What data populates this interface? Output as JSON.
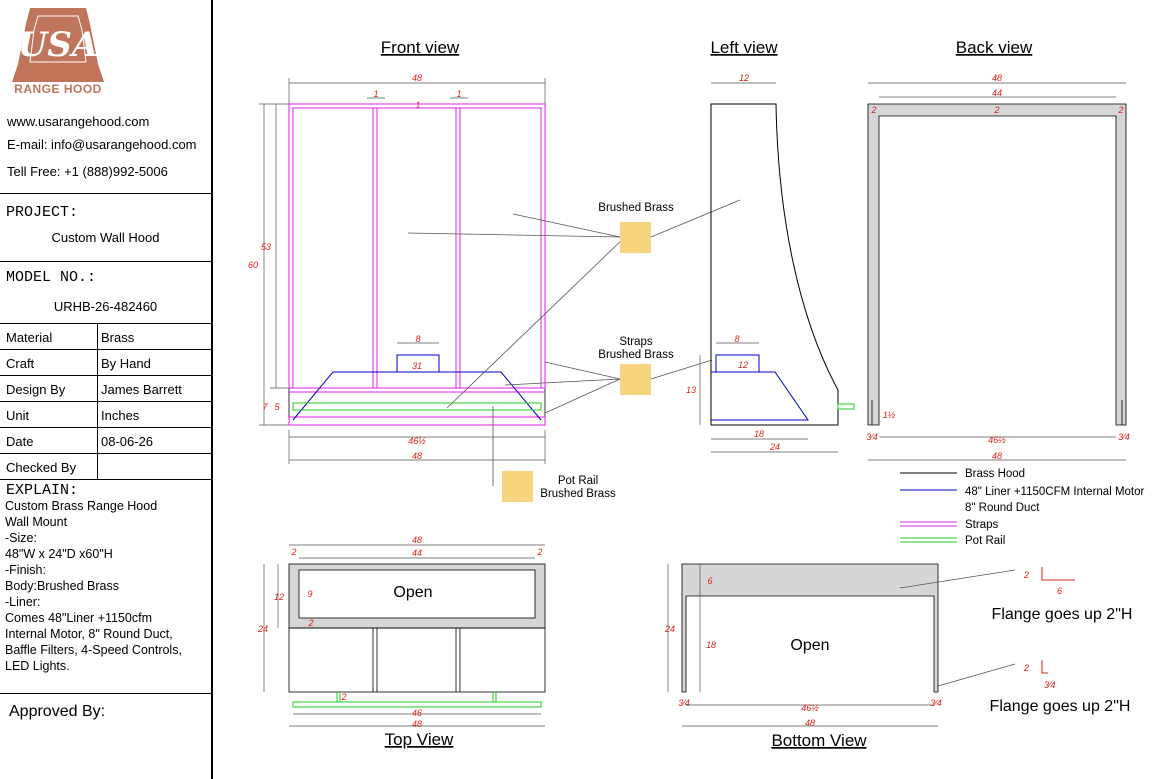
{
  "company": {
    "logo_letters": "USA",
    "logo_name": "RANGE HOOD",
    "website": "www.usarangehood.com",
    "email": "E-mail: info@usarangehood.com",
    "phone": "Tell Free: +1 (888)992-5006"
  },
  "project": {
    "label": "PROJECT:",
    "value": "Custom Wall Hood"
  },
  "model": {
    "label": "MODEL NO.:",
    "value": "URHB-26-482460"
  },
  "specs": [
    {
      "key": "Material",
      "value": "Brass"
    },
    {
      "key": "Craft",
      "value": "By Hand"
    },
    {
      "key": "Design By",
      "value": "James Barrett"
    },
    {
      "key": "Unit",
      "value": "Inches"
    },
    {
      "key": "Date",
      "value": "08-06-26"
    },
    {
      "key": "Checked By",
      "value": ""
    }
  ],
  "explain": {
    "label": "EXPLAIN:",
    "lines": [
      "Custom Brass Range Hood",
      "Wall Mount",
      "-Size:",
      "48\"W x 24\"D x60\"H",
      "-Finish:",
      "Body:Brushed Brass",
      "-Liner:",
      "Comes 48\"Liner +1150cfm",
      "Internal Motor, 8\" Round Duct,",
      "Baffle Filters, 4-Speed Controls,",
      "LED Lights."
    ]
  },
  "approved_by": "Approved By:",
  "views": {
    "front": "Front view",
    "left": "Left view",
    "back": "Back view",
    "top": "Top View",
    "bottom": "Bottom View"
  },
  "callouts": {
    "brushed_brass": "Brushed Brass",
    "straps": "Straps",
    "straps_finish": "Brushed Brass",
    "pot_rail": "Pot Rail",
    "pot_rail_finish": "Brushed Brass",
    "open_top": "Open",
    "open_bottom": "Open",
    "flange1": "Flange goes up 2\"H",
    "flange2": "Flange goes up 2\"H"
  },
  "legend": [
    {
      "label": "Brass Hood",
      "color": "#000000"
    },
    {
      "label": "48\" Liner +1150CFM Internal Motor",
      "color": "#0000cc"
    },
    {
      "label": "8\" Round Duct",
      "color": ""
    },
    {
      "label": "Straps",
      "color": "#e020e0"
    },
    {
      "label": "Pot Rail",
      "color": "#22cc22"
    }
  ],
  "colors": {
    "swatch": "#f7d57e",
    "straps": "#e020e0",
    "liner": "#0000cc",
    "rail": "#22cc22",
    "dim": "#e0201c",
    "logo": "#c0755a"
  },
  "dims": {
    "front": {
      "width": "48",
      "inner_width": "46½",
      "overall_width": "48",
      "height": "60",
      "body": "53",
      "lower": "7",
      "lower2": "5",
      "strap": "1",
      "strap2": "1",
      "gap": "1",
      "duct": "8",
      "liner": "31"
    },
    "left": {
      "top": "12",
      "depth": "24",
      "liner_depth": "18",
      "duct": "8",
      "liner": "12",
      "height": "13"
    },
    "back": {
      "width": "48",
      "inner": "44",
      "side_l": "2",
      "side_r": "2",
      "top_t": "2",
      "flange": "1½",
      "inner_bottom": "46½",
      "overall": "48",
      "edge_l": "3⁄4",
      "edge_r": "3⁄4"
    },
    "top": {
      "width": "48",
      "inner": "44",
      "side_l": "2",
      "side_r": "2",
      "depth": "24",
      "front": "12",
      "opening": "9",
      "side_b": "2",
      "rail_dist": "2",
      "rail_len": "46",
      "overall": "48"
    },
    "bottom": {
      "depth": "24",
      "front": "6",
      "back": "18",
      "inner": "46½",
      "overall": "48",
      "edge_l": "3⁄4",
      "edge_r": "3⁄4"
    },
    "flange": {
      "d1": "2",
      "d2": "6",
      "d3": "2",
      "d4": "3⁄4"
    }
  }
}
